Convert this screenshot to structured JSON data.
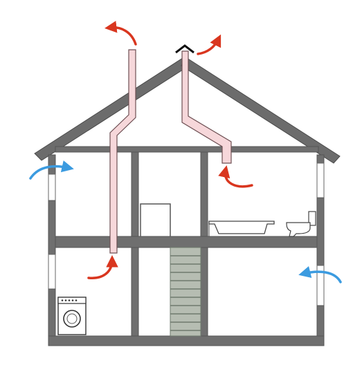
{
  "colors": {
    "wall": "#6f6f6f",
    "wall_dark": "#5a5a5a",
    "roof": "#666666",
    "duct_fill": "#f6d7da",
    "duct_stroke": "#7a5a5e",
    "exhaust_arrow": "#d9361f",
    "intake_arrow": "#3b9be0",
    "stair_fill": "#b6bdb2",
    "stair_line": "#7e8a7a",
    "fixture": "#444444",
    "window_fill": "#ffffff"
  },
  "icons": {
    "exhaust": "red-curved-arrow",
    "intake": "blue-curved-arrow",
    "chimney_cap": "chevron-cap",
    "appliances": [
      "washing-machine",
      "bathtub",
      "toilet"
    ]
  }
}
